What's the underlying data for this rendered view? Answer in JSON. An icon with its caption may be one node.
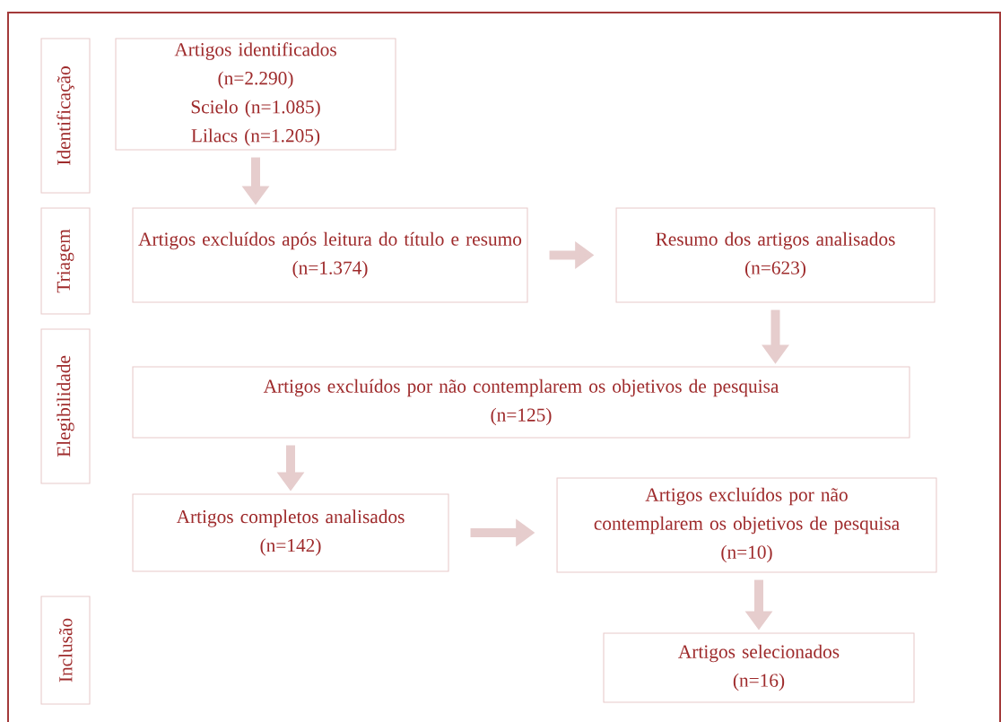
{
  "diagram": {
    "nodes": [
      {
        "text": [
          "Identificação"
        ]
      },
      {
        "text": [
          "Artigos identificados (n=2.290)",
          "Scielo (n=1.085)",
          "Lilacs (n=1.205)"
        ]
      },
      {
        "text": [
          "Triagem"
        ]
      },
      {
        "text": [
          "Artigos excluídos após leitura do título e resumo",
          "(n=1.374)"
        ]
      },
      {
        "text": [
          "Resumo dos artigos analisados",
          "(n=623)"
        ]
      },
      {
        "text": [
          "Elegibilidade"
        ]
      },
      {
        "text": [
          "Artigos excluídos por não contemplarem os objetivos de pesquisa",
          "(n=125)"
        ]
      },
      {
        "text": [
          "Artigos completos analisados",
          "(n=142)"
        ]
      },
      {
        "text": [
          "Artigos excluídos por não contemplarem os objetivos de pesquisa",
          "(n=10)"
        ]
      },
      {
        "text": [
          "Inclusão"
        ]
      },
      {
        "text": [
          "Artigos selecionados",
          "(n=16)"
        ]
      }
    ],
    "edges": [
      {
        "from": 1,
        "to": 3,
        "arrow": "to"
      },
      {
        "from": 3,
        "to": 4,
        "arrow": "to"
      },
      {
        "from": 4,
        "to": 6,
        "arrow": "to"
      },
      {
        "from": 6,
        "to": 7,
        "arrow": "to"
      },
      {
        "from": 7,
        "to": 8,
        "arrow": "to"
      },
      {
        "from": 8,
        "to": 10,
        "arrow": "to"
      }
    ]
  }
}
